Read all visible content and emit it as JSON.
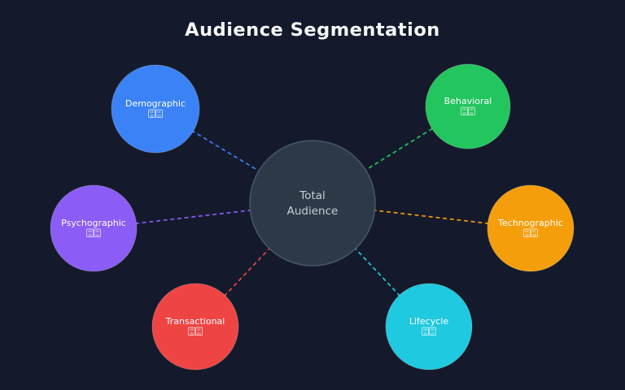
{
  "title": "Audience Segmentation",
  "colors": {
    "background": "#141a2b",
    "hub_fill": "#2e3948",
    "hub_stroke": "#46536a",
    "hub_text": "#c6cfda"
  },
  "hub": {
    "label_line1": "Total",
    "label_line2": "Audience"
  },
  "nodes": [
    {
      "id": "demographic",
      "label": "Demographic",
      "color": "#3b82f6",
      "icon": {
        "name": "busts-in-silhouette-emoji-missing-glyph",
        "codepoint": "U+1F465",
        "hi": [
          "D8",
          "3D"
        ],
        "lo": [
          "DC",
          "65"
        ]
      }
    },
    {
      "id": "behavioral",
      "label": "Behavioral",
      "color": "#22c55e",
      "icon": {
        "name": "computer-mouse-emoji-missing-glyph",
        "codepoint": "U+1F5B1",
        "hi": [
          "D8",
          "3D"
        ],
        "lo": [
          "DD",
          "B1"
        ]
      }
    },
    {
      "id": "psychographic",
      "label": "Psychographic",
      "color": "#8b5cf6",
      "icon": {
        "name": "brain-emoji-missing-glyph",
        "codepoint": "U+1F9E0",
        "hi": [
          "D8",
          "3E"
        ],
        "lo": [
          "DD",
          "E0"
        ]
      }
    },
    {
      "id": "technographic",
      "label": "Technographic",
      "color": "#f59e0b",
      "icon": {
        "name": "laptop-emoji-missing-glyph",
        "codepoint": "U+1F4BB",
        "hi": [
          "D8",
          "3D"
        ],
        "lo": [
          "DC",
          "BB"
        ]
      }
    },
    {
      "id": "transactional",
      "label": "Transactional",
      "color": "#ef4444",
      "icon": {
        "name": "credit-card-emoji-missing-glyph",
        "codepoint": "U+1F4B3",
        "hi": [
          "D8",
          "3D"
        ],
        "lo": [
          "DC",
          "B3"
        ]
      }
    },
    {
      "id": "lifecycle",
      "label": "Lifecycle",
      "color": "#1fc9e0",
      "icon": {
        "name": "counterclockwise-arrows-emoji-missing-glyph",
        "codepoint": "U+1F504",
        "hi": [
          "D8",
          "3D"
        ],
        "lo": [
          "DD",
          "04"
        ]
      }
    }
  ]
}
